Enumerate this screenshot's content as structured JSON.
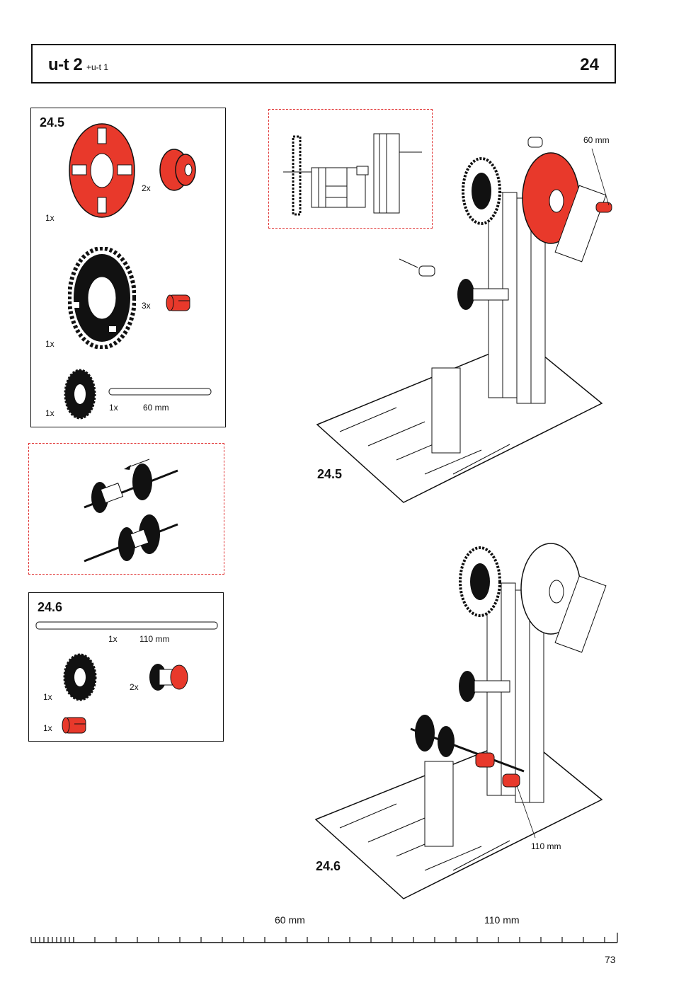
{
  "header": {
    "title": "u-t 2",
    "subtitle": "+u-t 1",
    "page_step": "24"
  },
  "parts_245": {
    "label": "24.5",
    "items": [
      {
        "qty": "1x"
      },
      {
        "qty": "2x"
      },
      {
        "qty": "1x"
      },
      {
        "qty": "3x"
      },
      {
        "qty": "1x"
      },
      {
        "qty": "1x",
        "size": "60 mm"
      }
    ]
  },
  "parts_246": {
    "label": "24.6",
    "items": [
      {
        "qty": "1x",
        "size": "110 mm"
      },
      {
        "qty": "1x"
      },
      {
        "qty": "2x"
      },
      {
        "qty": "1x"
      }
    ]
  },
  "assembly": {
    "step1_label": "24.5",
    "step1_callout": "60 mm",
    "step2_label": "24.6",
    "step2_callout": "110 mm"
  },
  "ruler": {
    "mark1": "60 mm",
    "mark2": "110 mm"
  },
  "footer": {
    "page_number": "73"
  },
  "colors": {
    "accent_red": "#e8392b",
    "line": "#111111",
    "dashed": "#e03030"
  }
}
